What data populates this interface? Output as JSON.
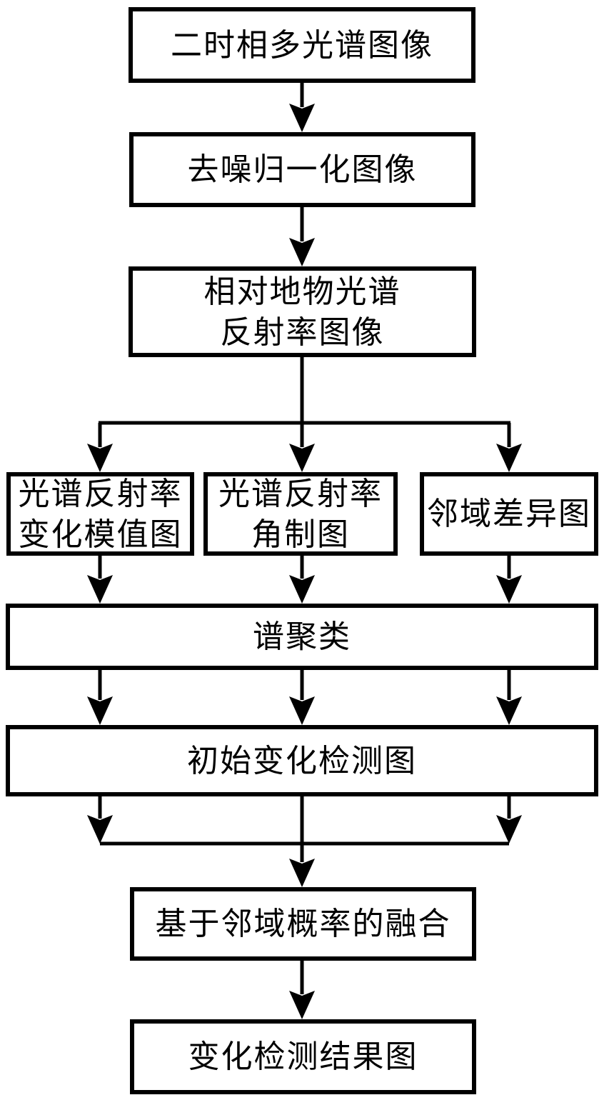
{
  "diagram": {
    "type": "flowchart",
    "language": "zh",
    "background_color": "#ffffff",
    "line_color": "#000000",
    "text_color": "#000000",
    "nodes": {
      "bitemporal": {
        "lines": [
          "二时相多光谱图像"
        ]
      },
      "denoised": {
        "lines": [
          "去噪归一化图像"
        ]
      },
      "reflectance": {
        "lines": [
          "相对地物光谱",
          "反射率图像"
        ]
      },
      "magnitude": {
        "lines": [
          "光谱反射率",
          "变化模值图"
        ]
      },
      "angle": {
        "lines": [
          "光谱反射率",
          "角制图"
        ]
      },
      "neighborhood_diff": {
        "lines": [
          "邻域差异图"
        ]
      },
      "spectral_clustering": {
        "lines": [
          "谱聚类"
        ]
      },
      "initial_change": {
        "lines": [
          "初始变化检测图"
        ]
      },
      "fusion": {
        "lines": [
          "基于邻域概率的融合"
        ]
      },
      "result": {
        "lines": [
          "变化检测结果图"
        ]
      }
    },
    "edges": [
      {
        "from": "bitemporal",
        "to": "denoised"
      },
      {
        "from": "denoised",
        "to": "reflectance"
      },
      {
        "from": "reflectance",
        "to": "magnitude"
      },
      {
        "from": "reflectance",
        "to": "angle"
      },
      {
        "from": "reflectance",
        "to": "neighborhood_diff"
      },
      {
        "from": "magnitude",
        "to": "spectral_clustering"
      },
      {
        "from": "angle",
        "to": "spectral_clustering"
      },
      {
        "from": "neighborhood_diff",
        "to": "spectral_clustering"
      },
      {
        "from": "spectral_clustering",
        "to": "initial_change",
        "arrows": 3
      },
      {
        "from": "initial_change",
        "to": "fusion",
        "merge_branches": 3
      },
      {
        "from": "fusion",
        "to": "result"
      }
    ]
  }
}
